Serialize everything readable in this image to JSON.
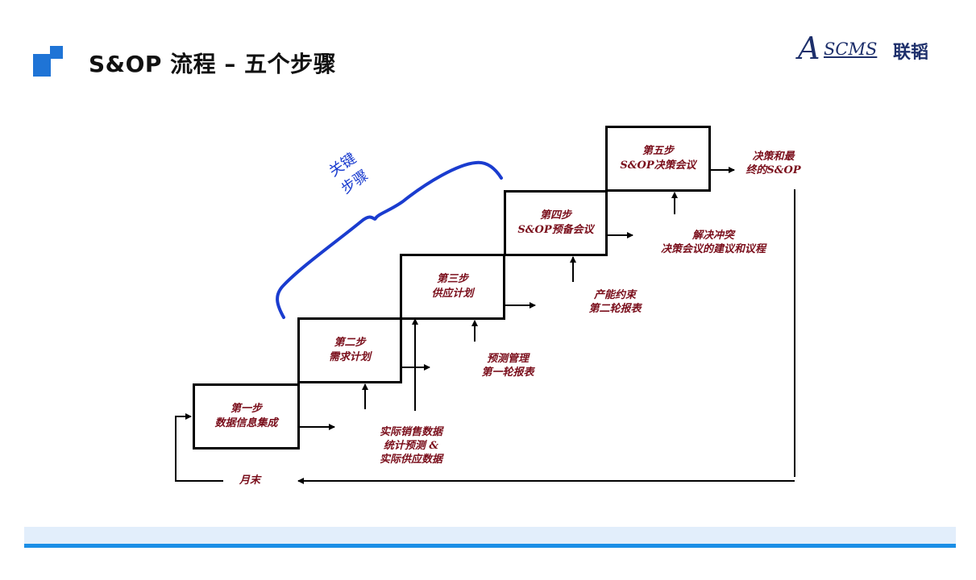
{
  "header": {
    "title": "S&OP 流程 – 五个步骤",
    "brand": {
      "initial": "A",
      "latin": "SCMS",
      "chinese": "联韬"
    }
  },
  "diagram": {
    "bracket_label": [
      "关键",
      "步骤"
    ],
    "steps": [
      {
        "line1": "第一步",
        "line2": "数据信息集成"
      },
      {
        "line1": "第二步",
        "line2": "需求计划"
      },
      {
        "line1": "第三步",
        "line2": "供应计划"
      },
      {
        "line1": "第四步",
        "line2": "S&OP预备会议"
      },
      {
        "line1": "第五步",
        "line2": "S&OP决策会议"
      }
    ],
    "outputs": [
      {
        "lines": [
          "实际销售数据",
          "统计预测 &",
          "实际供应数据"
        ]
      },
      {
        "lines": [
          "预测管理",
          "第一轮报表"
        ]
      },
      {
        "lines": [
          "产能约束",
          "第二轮报表"
        ]
      },
      {
        "lines": [
          "解决冲突",
          "决策会议的建议和议程"
        ]
      },
      {
        "lines": [
          "决策和最",
          "终的S&OP"
        ]
      }
    ],
    "loop_label": "月末"
  },
  "colors": {
    "accent": "#1f74d6",
    "step_text": "#7a0e1b",
    "bracket": "#1a3ccf",
    "footer_band": "#e2eefb",
    "footer_line": "#1a8ee6"
  }
}
